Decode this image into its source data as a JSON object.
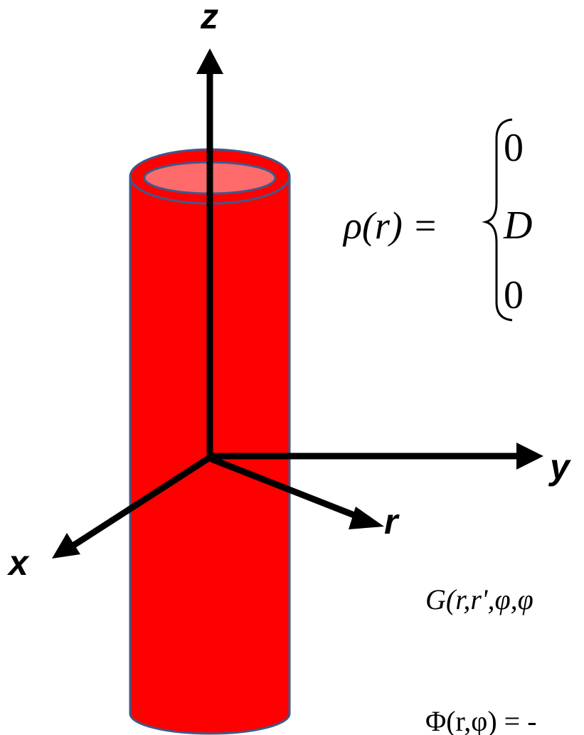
{
  "axes": {
    "z": "z",
    "y": "y",
    "x": "x",
    "r": "r"
  },
  "density": {
    "lhs": "ρ(r) =",
    "cases": [
      "0",
      "D",
      "0"
    ]
  },
  "green": {
    "text": "G(r,r',φ,φ"
  },
  "potential": {
    "text": "Φ(r,φ) = -"
  },
  "colors": {
    "cylinder_fill": "#ff0000",
    "cylinder_outline": "#3c5a8c",
    "top_inner": "#ff6b6b",
    "axis": "#000000"
  }
}
